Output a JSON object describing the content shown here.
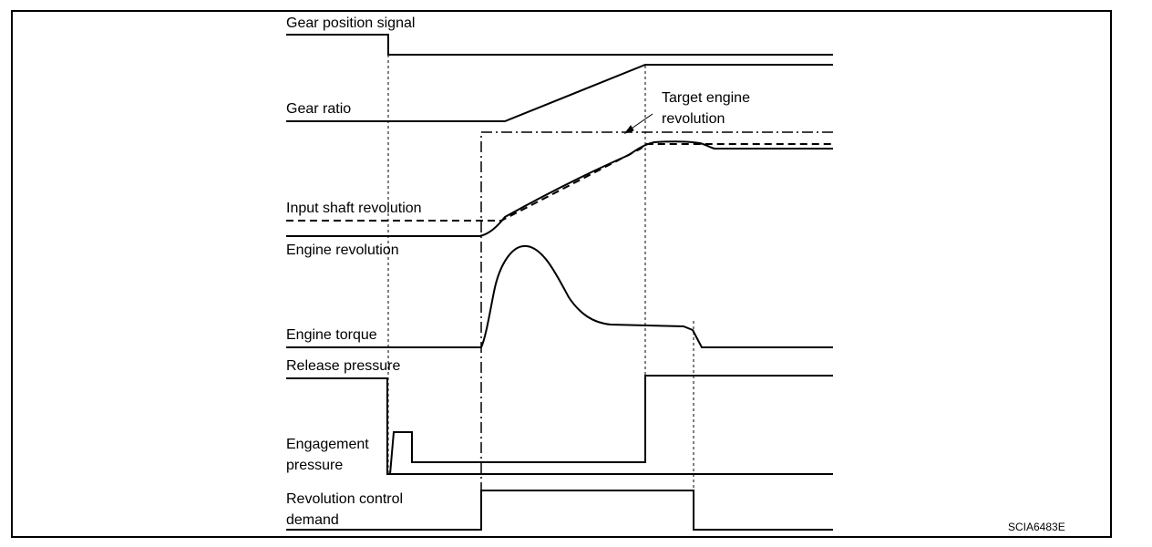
{
  "labels": {
    "gear_position_signal": "Gear position signal",
    "gear_ratio": "Gear ratio",
    "target_engine_revolution_line1": "Target engine",
    "target_engine_revolution_line2": "revolution",
    "input_shaft_revolution": "Input shaft revolution",
    "engine_revolution": "Engine revolution",
    "engine_torque": "Engine torque",
    "release_pressure": "Release pressure",
    "engagement_pressure_line1": "Engagement",
    "engagement_pressure_line2": "pressure",
    "revolution_control_demand_line1": "Revolution control",
    "revolution_control_demand_line2": "demand"
  },
  "figure_code": "SCIA6483E",
  "colors": {
    "line": "#000000",
    "background": "#ffffff"
  }
}
